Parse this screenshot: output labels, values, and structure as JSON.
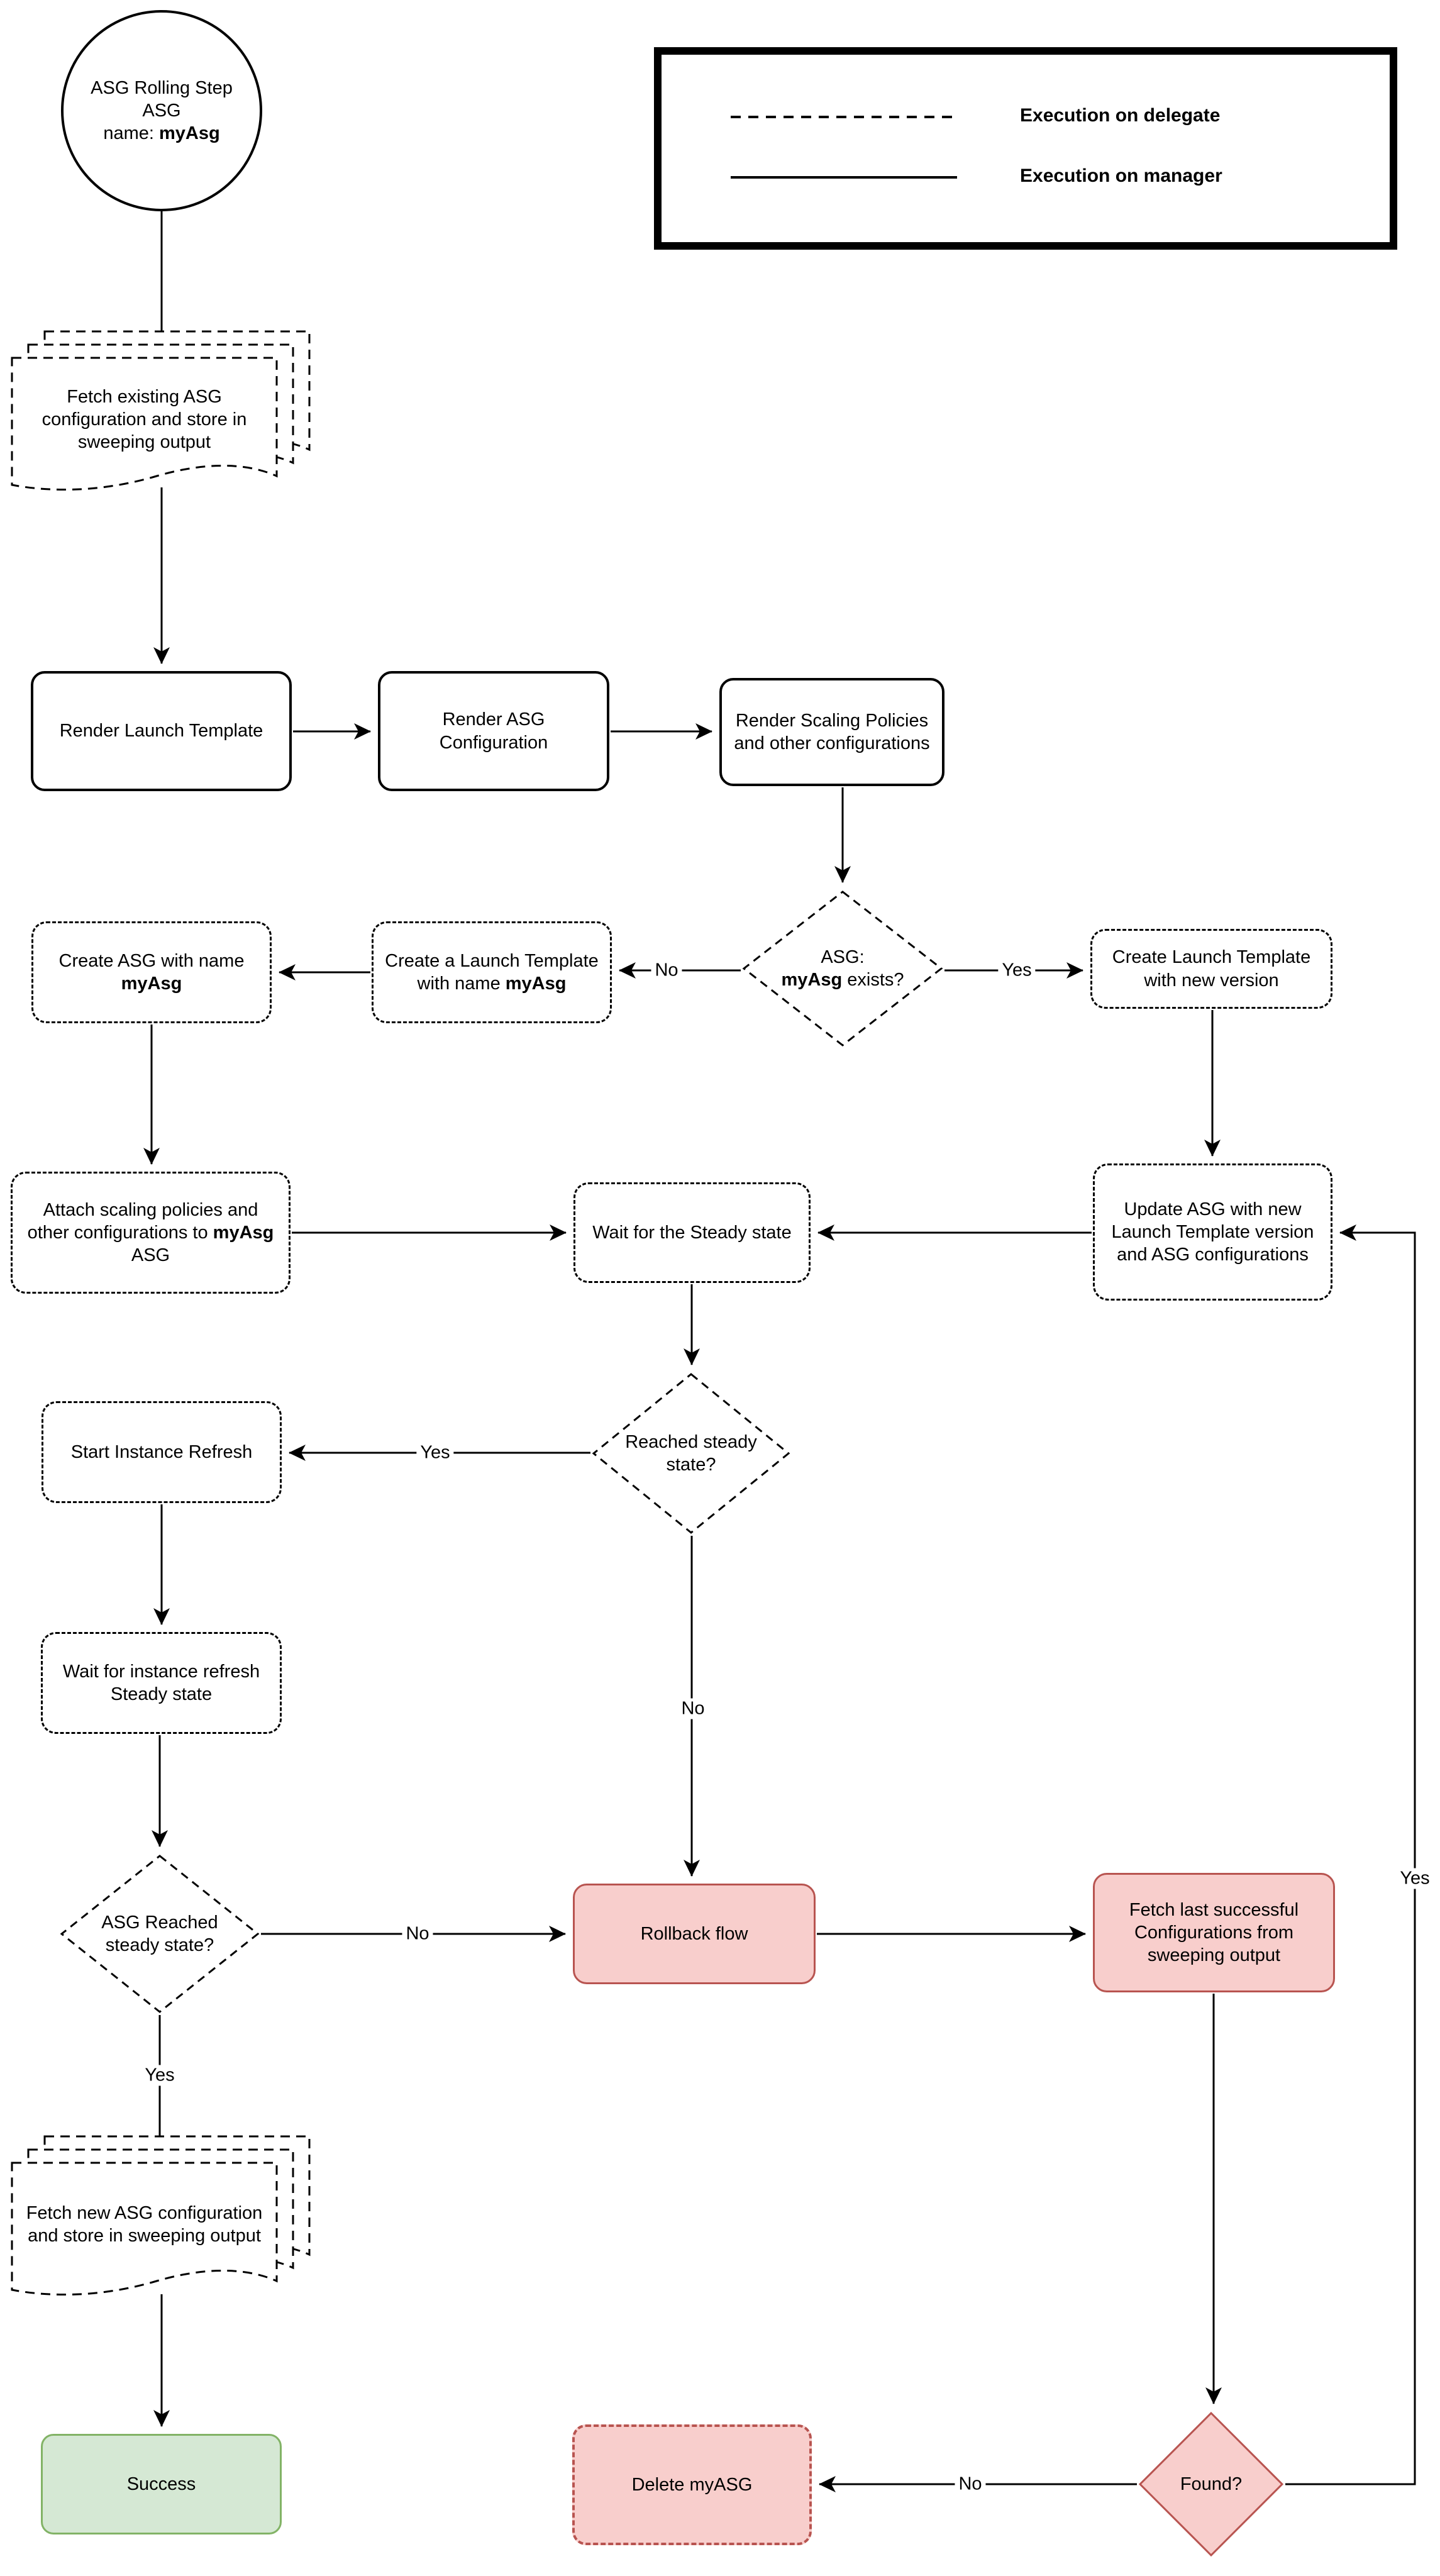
{
  "legend": {
    "items": [
      {
        "label": "Execution on delegate",
        "style": "dashed"
      },
      {
        "label": "Execution on manager",
        "style": "solid"
      }
    ]
  },
  "nodes": {
    "start_circle": {
      "line1": "ASG Rolling Step",
      "line2": "ASG",
      "name_prefix": "name: ",
      "name_bold": "myAsg"
    },
    "fetch_existing": {
      "text": "Fetch existing ASG configuration and store in sweeping output"
    },
    "render_launch_template": {
      "text": "Render Launch Template"
    },
    "render_asg_configuration": {
      "text": "Render ASG Configuration"
    },
    "render_scaling_policies": {
      "text": "Render Scaling Policies and other configurations"
    },
    "asg_exists_decision": {
      "line1": "ASG:",
      "bold": "myAsg",
      "suffix": " exists?"
    },
    "create_launch_template_new_version": {
      "text": "Create Launch Template with new version"
    },
    "create_launch_template_named": {
      "prefix": "Create a Launch Template with name ",
      "bold": "myAsg"
    },
    "create_asg": {
      "prefix": "Create ASG with name ",
      "bold": "myAsg"
    },
    "attach_scaling_policies": {
      "prefix": "Attach scaling policies and other configurations to ",
      "bold": "myAsg",
      "suffix": " ASG"
    },
    "wait_steady_state": {
      "text": "Wait for the Steady state"
    },
    "update_asg": {
      "text": "Update ASG with new Launch Template version and ASG configurations"
    },
    "reached_steady_state_decision": {
      "text": "Reached steady state?"
    },
    "start_instance_refresh": {
      "text": "Start Instance Refresh"
    },
    "wait_instance_refresh": {
      "text": "Wait for instance refresh Steady state"
    },
    "asg_reached_steady_state_decision": {
      "text": "ASG Reached steady state?"
    },
    "rollback_flow": {
      "text": "Rollback flow"
    },
    "fetch_last_successful": {
      "text": "Fetch last successful Configurations from sweeping output"
    },
    "fetch_new_asg": {
      "text": "Fetch new ASG configuration and store in sweeping output"
    },
    "success": {
      "text": "Success"
    },
    "delete_myasg": {
      "text": "Delete myASG"
    },
    "found_decision": {
      "text": "Found?"
    }
  },
  "edge_labels": {
    "no_asg_exists": "No",
    "yes_asg_exists": "Yes",
    "yes_reached_steady": "Yes",
    "no_reached_steady": "No",
    "no_asg_reached": "No",
    "yes_asg_reached": "Yes",
    "yes_found": "Yes",
    "no_found": "No"
  },
  "colors": {
    "danger_fill": "#f8cecc",
    "danger_border": "#b85450",
    "success_fill": "#d5e8d4",
    "success_border": "#82b366",
    "line": "#000000"
  }
}
